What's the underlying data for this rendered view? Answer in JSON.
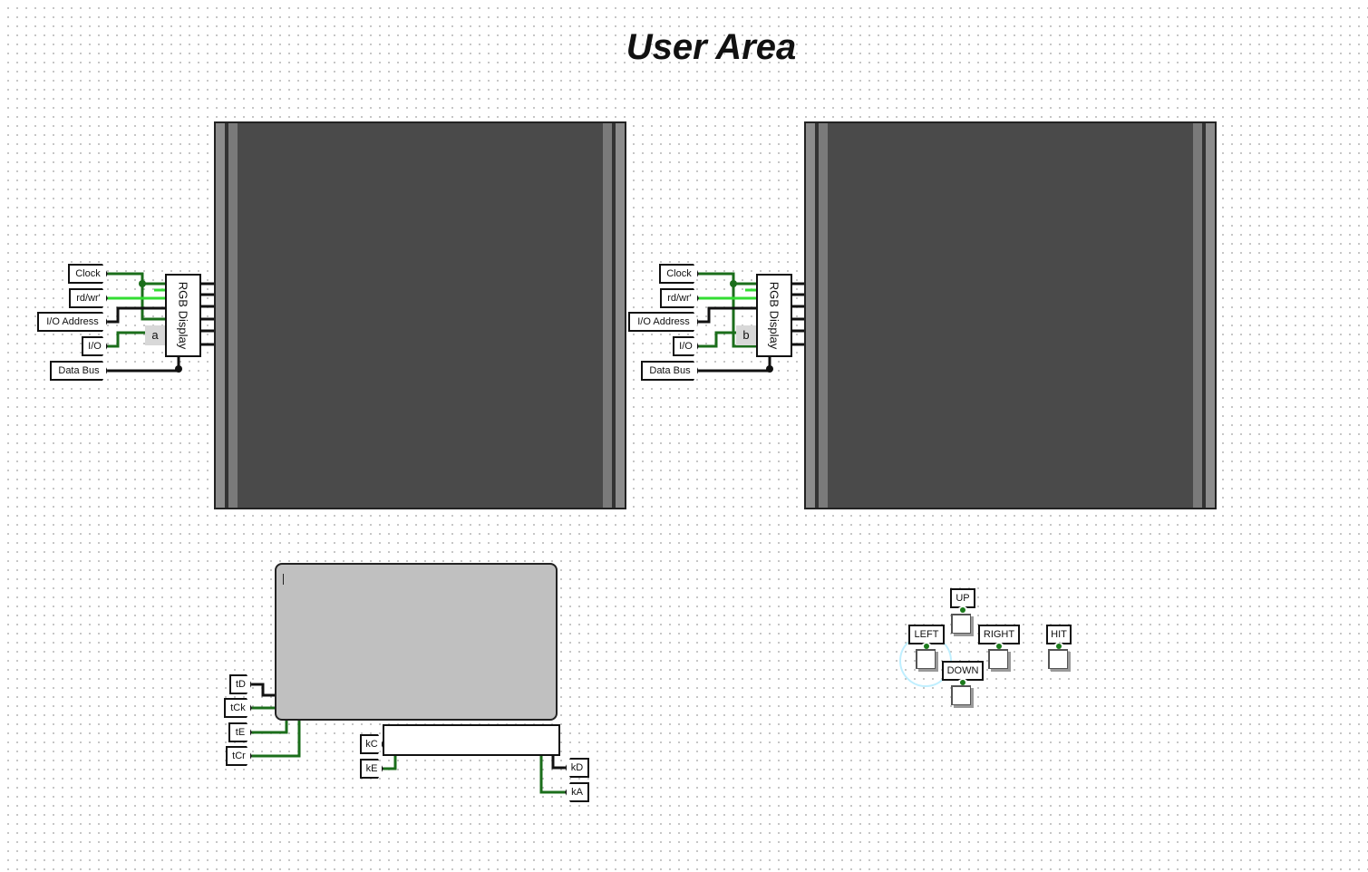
{
  "title": "User Area",
  "displays": [
    {
      "label": "RGB Display",
      "selector": "a",
      "inputs": [
        "Clock",
        "rd/wr'",
        "I/O Address",
        "I/O",
        "Data Bus"
      ]
    },
    {
      "label": "RGB Display",
      "selector": "b",
      "inputs": [
        "Clock",
        "rd/wr'",
        "I/O Address",
        "I/O",
        "Data Bus"
      ]
    }
  ],
  "tty": {
    "inputs": [
      "tD",
      "tCk",
      "tE",
      "tCr"
    ]
  },
  "keyboard": {
    "inputs": [
      "kC",
      "kE"
    ],
    "outputs": [
      "kD",
      "kA"
    ]
  },
  "controls": {
    "up": "UP",
    "left": "LEFT",
    "right": "RIGHT",
    "down": "DOWN",
    "hit": "HIT"
  },
  "colors": {
    "wire_dark": "#1b6e1b",
    "wire_bright": "#33dd33",
    "wire_black": "#111111",
    "screen": "#4a4a4a"
  }
}
